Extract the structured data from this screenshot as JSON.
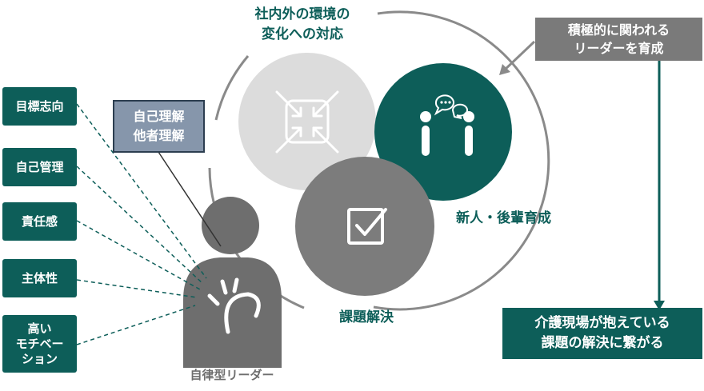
{
  "labels": {
    "environment_change": "社内外の環境の\n変化への対応",
    "active_leader": "積極的に関われる\nリーダーを育成",
    "self_other_understanding": "自己理解\n他者理解",
    "newcomer_training": "新人・後輩育成",
    "problem_solving": "課題解決",
    "contribution": "介護現場が抱えている\n課題の解決に繋がる",
    "autonomous_leader": "自律型リーダー"
  },
  "traits": [
    {
      "label": "目標志向"
    },
    {
      "label": "自己管理"
    },
    {
      "label": "責任感"
    },
    {
      "label": "主体性"
    },
    {
      "label": "高い\nモチベー\nション"
    }
  ],
  "colors": {
    "teal": "#0d5e59",
    "light_circle": "#dcdcdc",
    "mid_circle": "#7c7c7c",
    "person": "#6e6e6e",
    "gray_box": "#7a7a7a",
    "slate_box": "#8696ab"
  },
  "icons": [
    "arrows-converge-icon",
    "people-talk-icon",
    "checkbox-icon"
  ]
}
